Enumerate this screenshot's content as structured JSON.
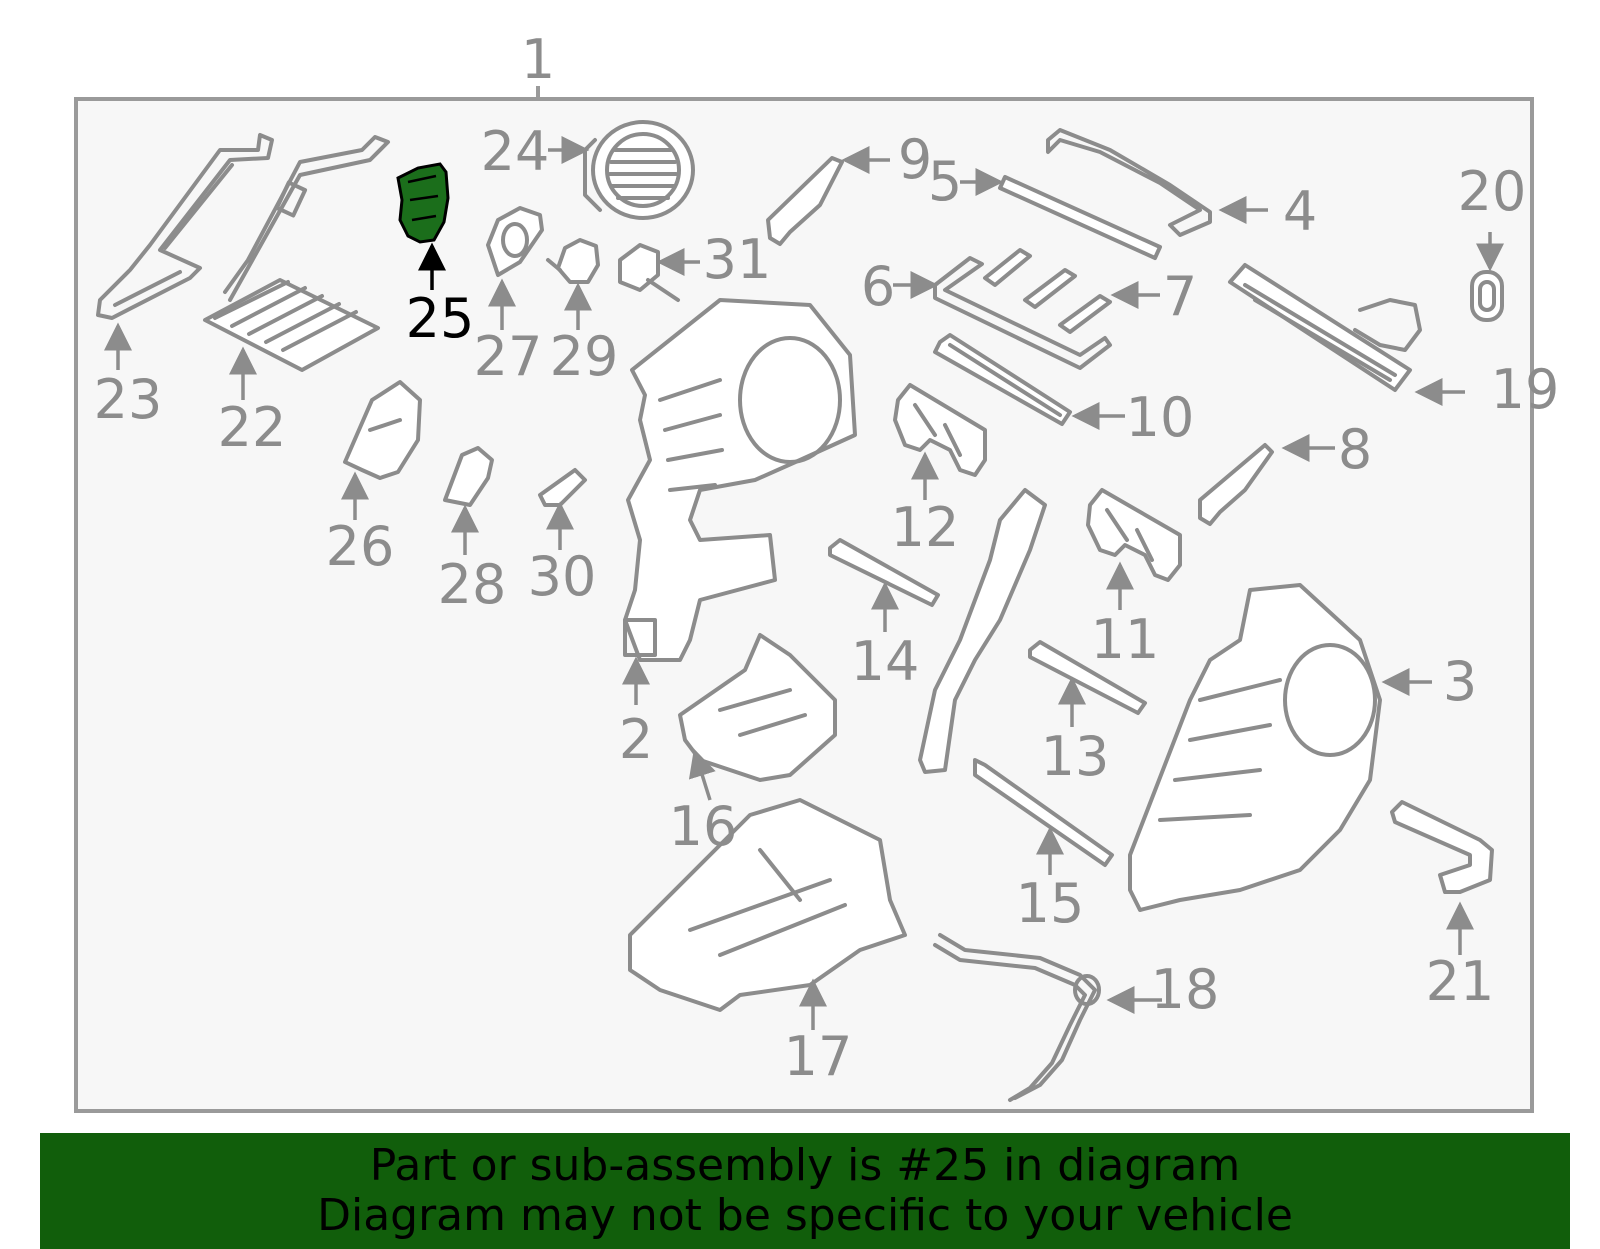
{
  "colors": {
    "panel_bg": "#f7f7f7",
    "panel_border": "#9a9a9a",
    "part_stroke": "#8c8c8c",
    "label_gray": "#8c8c8c",
    "highlight_part": "#1b6e1b",
    "highlight_label": "#000000",
    "banner_bg": "#115e0b"
  },
  "assembly_label": "1",
  "highlighted_part": "25",
  "callouts": [
    "2",
    "3",
    "4",
    "5",
    "6",
    "7",
    "8",
    "9",
    "10",
    "11",
    "12",
    "13",
    "14",
    "15",
    "16",
    "17",
    "18",
    "19",
    "20",
    "21",
    "22",
    "23",
    "24",
    "25",
    "26",
    "27",
    "28",
    "29",
    "30",
    "31"
  ],
  "banner": {
    "line1": "Part or sub-assembly is #25 in diagram",
    "line2": "Diagram may not be specific to your vehicle"
  }
}
